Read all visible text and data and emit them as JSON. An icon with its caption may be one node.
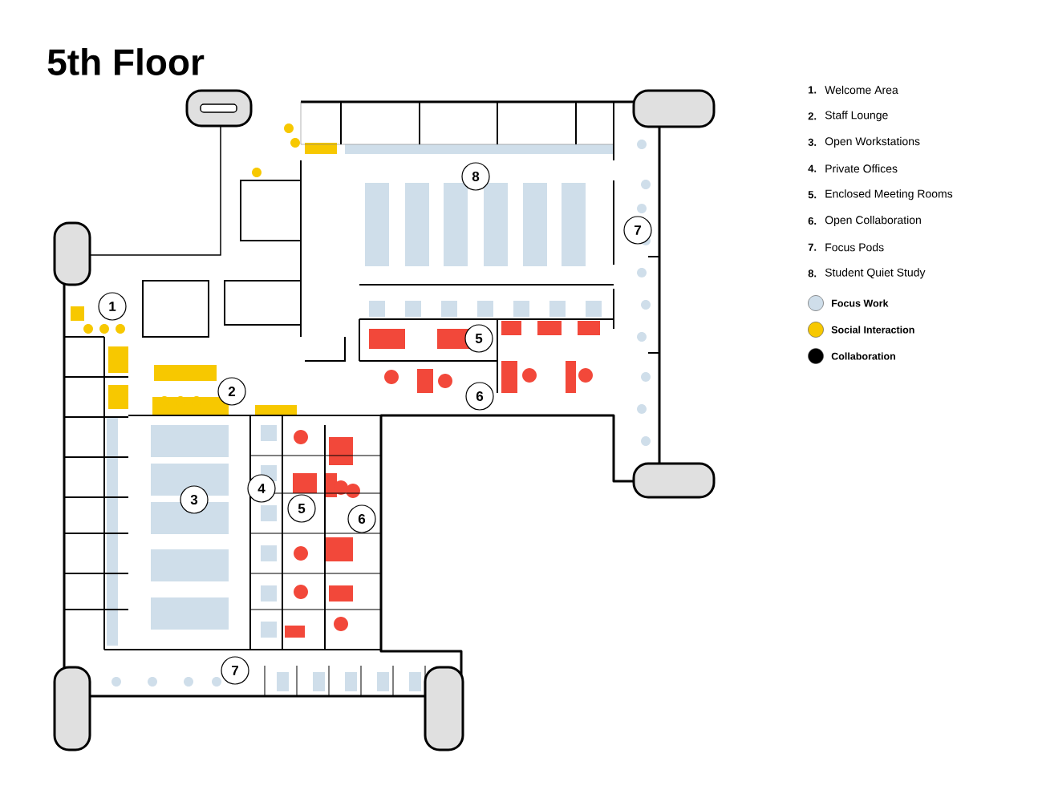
{
  "diagram": {
    "title": "5th Floor",
    "nodes": [
      {
        "text": [
          "1"
        ]
      },
      {
        "text": [
          "8"
        ]
      },
      {
        "text": [
          "7"
        ]
      },
      {
        "text": [
          "5"
        ]
      },
      {
        "text": [
          "2"
        ]
      },
      {
        "text": [
          "6"
        ]
      },
      {
        "text": [
          "4"
        ]
      },
      {
        "text": [
          "3"
        ]
      },
      {
        "text": [
          "5"
        ]
      },
      {
        "text": [
          "6"
        ]
      },
      {
        "text": [
          "7"
        ]
      },
      {
        "text": [],
        "shape": "box"
      },
      {
        "text": [],
        "shape": "box"
      },
      {
        "text": [],
        "shape": "box"
      },
      {
        "text": [],
        "shape": "box"
      },
      {
        "text": [],
        "shape": "box"
      },
      {
        "text": [],
        "shape": "box"
      }
    ],
    "labels": [
      "1.",
      "Welcome Area",
      "2.",
      "Staff Lounge",
      "3.",
      "Open Workstations",
      "4.",
      "Private Offices",
      "5.",
      "Enclosed Meeting Rooms",
      "6.",
      "Open Collaboration",
      "7.",
      "Focus Pods",
      "8.",
      "Student Quiet Study"
    ],
    "legend": [
      {
        "text": "Focus Work",
        "color": "#cfdeea"
      },
      {
        "text": "Social Interaction",
        "color": "#f7c800"
      },
      {
        "text": "Collaboration",
        "color": "#000000"
      }
    ]
  }
}
